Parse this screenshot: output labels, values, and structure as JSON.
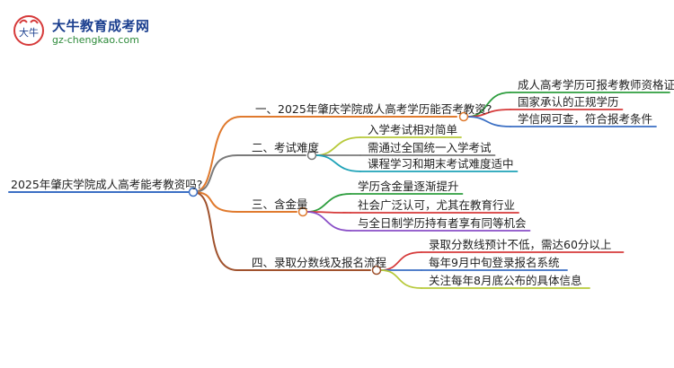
{
  "brand": {
    "title": "大牛教育成考网",
    "url": "gz-chengkao.com",
    "logo_glyph": "大牛"
  },
  "mindmap": {
    "root": "2025年肇庆学院成人高考能考教资吗?",
    "branches": [
      {
        "label": "一、2025年肇庆学院成人高考学历能否考教资?",
        "color": "#e07a2e",
        "children": [
          {
            "label": "成人高考学历可报考教师资格证",
            "color": "#2e9e3f"
          },
          {
            "label": "国家承认的正规学历",
            "color": "#d63a3a"
          },
          {
            "label": "学信网可查，符合报考条件",
            "color": "#3b6fc4"
          }
        ]
      },
      {
        "label": "二、考试难度",
        "color": "#7a7a7a",
        "children": [
          {
            "label": "入学考试相对简单",
            "color": "#b7c93a"
          },
          {
            "label": "需通过全国统一入学考试",
            "color": "#7a7a7a"
          },
          {
            "label": "课程学习和期末考试难度适中",
            "color": "#1fa3b8"
          }
        ]
      },
      {
        "label": "三、含金量",
        "color": "#e07a2e",
        "children": [
          {
            "label": "学历含金量逐渐提升",
            "color": "#2e9e3f"
          },
          {
            "label": "社会广泛认可，尤其在教育行业",
            "color": "#d63a3a"
          },
          {
            "label": "与全日制学历持有者享有同等机会",
            "color": "#8a4fc7"
          }
        ]
      },
      {
        "label": "四、录取分数线及报名流程",
        "color": "#a0522d",
        "children": [
          {
            "label": "录取分数线预计不低，需达60分以上",
            "color": "#d63a3a"
          },
          {
            "label": "每年9月中旬登录报名系统",
            "color": "#3b6fc4"
          },
          {
            "label": "关注每年8月底公布的具体信息",
            "color": "#b7c93a"
          }
        ]
      }
    ]
  }
}
